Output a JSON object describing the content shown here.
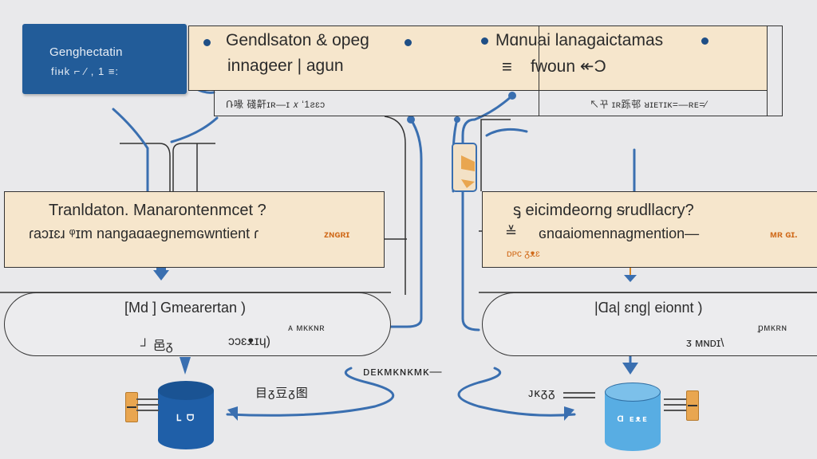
{
  "title_box": {
    "line1": "Genghectatin",
    "line2": "fiʜk ⌐ ⁄ , 1 ≡:"
  },
  "top_banner": {
    "left_heading": "Gendlsaton & opeg",
    "left_subheading": "innageer | agun",
    "right_heading": "Mɑnuai lanagaictamas",
    "right_subheading": "fwoun ↞Ͻ",
    "right_icon": "menu-lines-icon"
  },
  "sub_row": {
    "left_caption": "Ռ喙 碊鼾ɪʀ—ɪ 𝑥 ʻ1ƨɛɔ",
    "right_caption": "↖꾸 ɪʀ跞邨 ᴚɪᴇᴛɪᴋ=—ʀᴇ=⁄"
  },
  "left_module": {
    "heading": "Tranldaton. Manarontenmcet ?",
    "subheading": "ɾaɔɪɛɹ ᵠɪm nangaɑaegnemɢwntient ɾ",
    "tag": "ᴢɴɢʀɪ"
  },
  "right_module": {
    "heading": "ᶊ eicimdeorng ᵴrudllacry?",
    "subheading": "ɢnɑaiomennagmention—",
    "tag": "ᴍʀ ɢɪ.",
    "footnote": "ᴅᴘᴄ ᵹᴥɛ",
    "icon": "stack-icon"
  },
  "left_pill": {
    "heading": "[Md ] Gmearertan )",
    "right_note": "ᴀ ᴍᴋᴋɴʀ",
    "bottom_left": "┘ 邑ᵹ",
    "bottom_right": "ɔɔɛᴥɪɥ)"
  },
  "right_pill": {
    "heading": "|Ɑa| ɛng| eionnt )",
    "right_note": "ᵱᴍᴋʀɴ",
    "bottom": "ᴣ ᴍɴᴅɪ\\"
  },
  "bottom": {
    "left_db_caption": "目ᵹ豆ᵹ图",
    "middle_caption": "ᴅᴇᴋᴍᴋɴᴋᴍᴋ—",
    "right_db_caption": "ᴊᴋᵹᵹ",
    "left_db_label": "ᒪ ᗜ",
    "right_db_label": "Ɑ ᴇᴥᴇ"
  },
  "colors": {
    "background": "#e9e9eb",
    "navy": "#225c99",
    "beige": "#f6e6cc",
    "connector_blue": "#3a6fb0",
    "light_db": "#58ade3",
    "accent_orange": "#d06a1a"
  }
}
